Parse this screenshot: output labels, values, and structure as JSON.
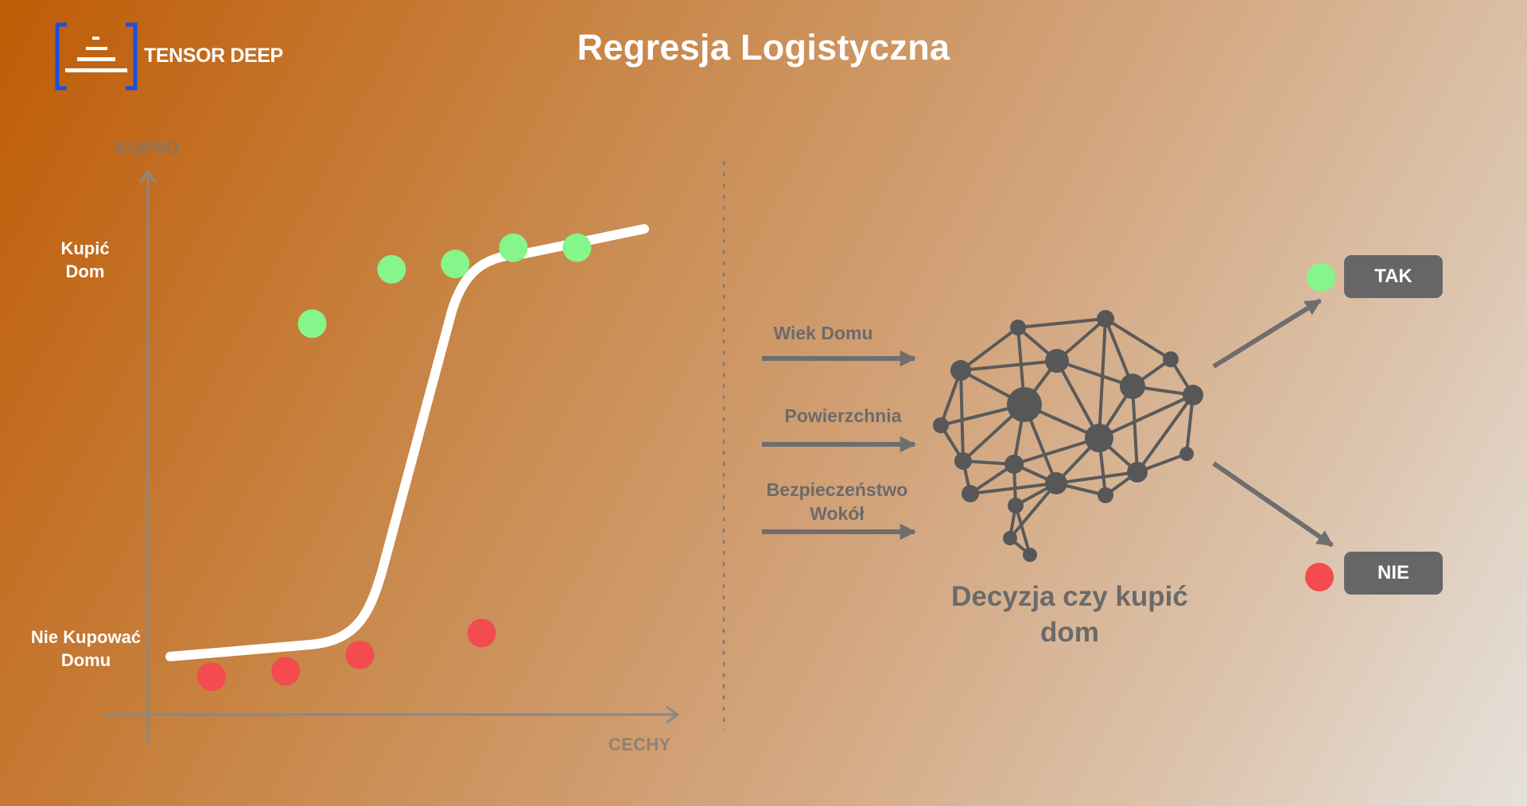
{
  "header": {
    "title": "Regresja Logistyczna"
  },
  "logo": {
    "text": "TENSOR DEEP",
    "accent": "#1a4fe0"
  },
  "chart": {
    "y_axis_title": "KUPNO",
    "x_axis_title": "CECHY",
    "category_top": "Kupić Dom",
    "category_bottom": "Nie Kupować Domu",
    "colors": {
      "positive": "#86f58a",
      "negative": "#f34b4f",
      "curve": "#ffffff",
      "axis": "#888888"
    }
  },
  "chart_data": {
    "type": "scatter",
    "title": "",
    "xlabel": "CECHY",
    "ylabel": "KUPNO",
    "ylim": [
      0,
      1
    ],
    "series": [
      {
        "class": "Kupić Dom",
        "color": "#86f58a",
        "points": [
          [
            0.31,
            0.72
          ],
          [
            0.46,
            0.82
          ],
          [
            0.58,
            0.83
          ],
          [
            0.69,
            0.86
          ],
          [
            0.81,
            0.86
          ]
        ]
      },
      {
        "class": "Nie Kupować Domu",
        "color": "#f34b4f",
        "points": [
          [
            0.12,
            0.07
          ],
          [
            0.26,
            0.08
          ],
          [
            0.4,
            0.11
          ],
          [
            0.63,
            0.15
          ]
        ]
      }
    ],
    "curve": {
      "type": "sigmoid",
      "from": [
        0.05,
        0.1
      ],
      "to": [
        0.95,
        0.88
      ]
    }
  },
  "diagram": {
    "inputs": [
      {
        "label": "Wiek Domu"
      },
      {
        "label": "Powierzchnia"
      },
      {
        "label": "Bezpieczeństwo Wokół"
      }
    ],
    "network_caption": "Decyzja czy kupić dom",
    "outputs": [
      {
        "label": "TAK",
        "color": "#86f58a"
      },
      {
        "label": "NIE",
        "color": "#f34b4f"
      }
    ],
    "colors": {
      "arrow": "#6e6e6e",
      "network": "#5a5a5a",
      "divider": "#7c7c7c"
    }
  }
}
